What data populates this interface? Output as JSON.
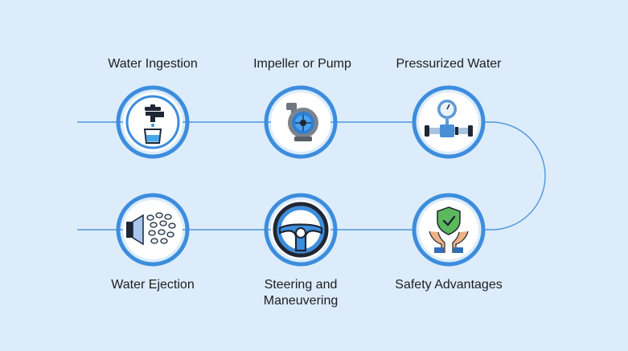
{
  "diagram": {
    "accent": "#3d8ddd",
    "line_color": "#4e97dc",
    "background": "#dcecfb",
    "steps": [
      {
        "label": "Water Ingestion",
        "icon": "faucet-glass-icon"
      },
      {
        "label": "Impeller or Pump",
        "icon": "pump-icon"
      },
      {
        "label": "Pressurized Water",
        "icon": "pressure-gauge-icon"
      },
      {
        "label": "Safety Advantages",
        "icon": "shield-hands-icon"
      },
      {
        "label": "Steering and\nManeuvering",
        "icon": "steering-wheel-icon"
      },
      {
        "label": "Water Ejection",
        "icon": "water-spray-icon"
      }
    ]
  }
}
